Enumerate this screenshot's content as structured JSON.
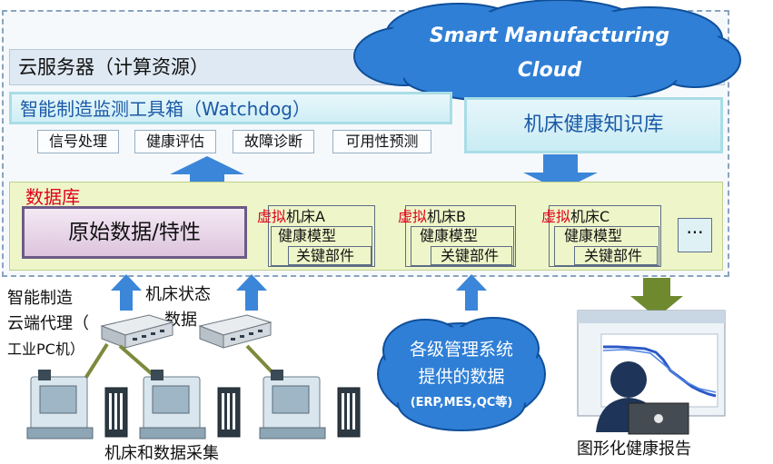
{
  "cloud": {
    "line1": "Smart Manufacturing",
    "line2": "Cloud"
  },
  "server": {
    "title": "云服务器（计算资源）"
  },
  "watchdog": {
    "title": "智能制造监测工具箱（Watchdog）",
    "tools": [
      "信号处理",
      "健康评估",
      "故障诊断",
      "可用性预测"
    ]
  },
  "knowledge_base": {
    "title": "机床健康知识库"
  },
  "database": {
    "title": "数据库",
    "raw": "原始数据/特性",
    "virtual_prefix": "虚拟",
    "machines": [
      {
        "suffix": "机床A",
        "model": "健康模型",
        "parts": "关键部件"
      },
      {
        "suffix": "机床B",
        "model": "健康模型",
        "parts": "关键部件"
      },
      {
        "suffix": "机床C",
        "model": "健康模型",
        "parts": "关键部件"
      }
    ],
    "more": "···"
  },
  "agent": {
    "line1": "智能制造",
    "line2": "云端代理（",
    "line3": "工业PC机）"
  },
  "machine_state": {
    "line1": "机床状态",
    "line2": "数据"
  },
  "machine_acq": {
    "label": "机床和数据采集"
  },
  "management": {
    "line1": "各级管理系统",
    "line2": "提供的数据",
    "line3": "(ERP,MES,QC等)"
  },
  "report": {
    "label": "图形化健康报告"
  },
  "colors": {
    "arrow_blue": "#3b86d9",
    "arrow_green": "#6f8a2e",
    "cloud_blue": "#1d6dbf",
    "db_red": "#e0001a"
  }
}
